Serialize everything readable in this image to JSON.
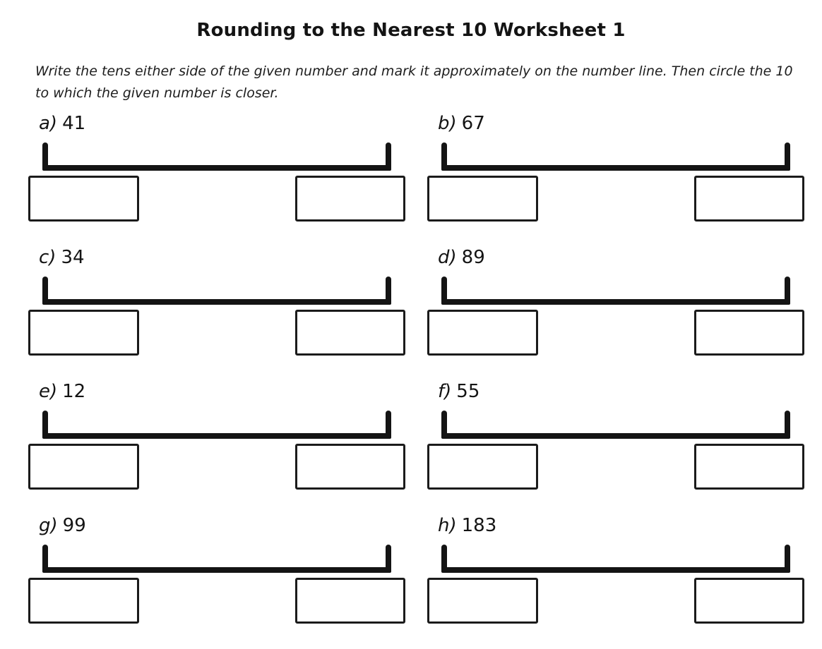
{
  "page": {
    "title": "Rounding to the Nearest 10 Worksheet 1",
    "instructions_line1": "Write the tens either side of the given number and mark it approximately on the number line. Then circle the 10",
    "instructions_line2": "to which the given number is closer."
  },
  "colors": {
    "ink": "#141414",
    "background": "#ffffff"
  },
  "problems": [
    {
      "label": "a)",
      "number": "41"
    },
    {
      "label": "b)",
      "number": "67"
    },
    {
      "label": "c)",
      "number": "34"
    },
    {
      "label": "d)",
      "number": "89"
    },
    {
      "label": "e)",
      "number": "12"
    },
    {
      "label": "f)",
      "number": "55"
    },
    {
      "label": "g)",
      "number": "99"
    },
    {
      "label": "h)",
      "number": "183"
    }
  ]
}
